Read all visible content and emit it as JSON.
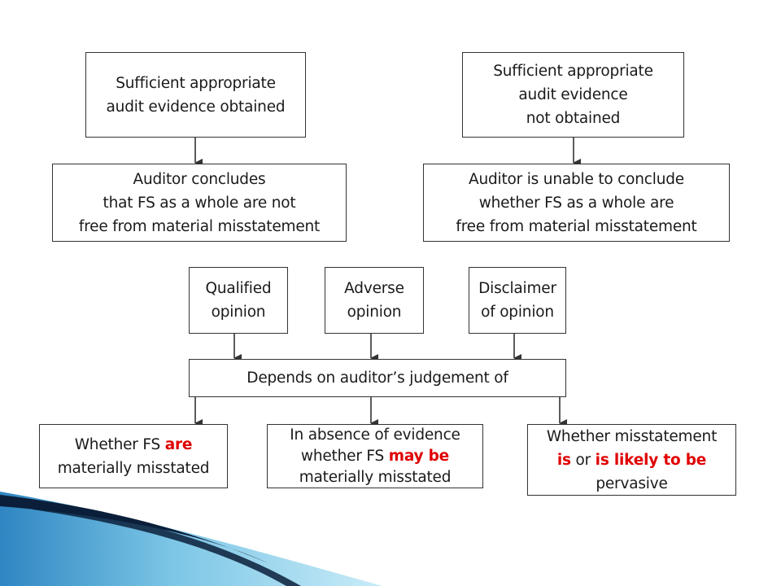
{
  "diagram": {
    "boxes": {
      "evidence_obtained": {
        "lines": [
          "Sufficient appropriate",
          "audit evidence obtained"
        ]
      },
      "evidence_not_obtained": {
        "lines": [
          "Sufficient appropriate",
          "audit evidence",
          "not obtained"
        ]
      },
      "auditor_concludes": {
        "lines": [
          "Auditor concludes",
          "that FS as a whole are not",
          "free from material misstatement"
        ]
      },
      "auditor_unable": {
        "lines": [
          "Auditor is unable to conclude",
          "whether FS as a whole are",
          "free from material misstatement"
        ]
      },
      "qualified_opinion": {
        "lines": [
          "Qualified",
          "opinion"
        ]
      },
      "adverse_opinion": {
        "lines": [
          "Adverse",
          "opinion"
        ]
      },
      "disclaimer_of_opinion": {
        "lines": [
          "Disclaimer",
          "of opinion"
        ]
      },
      "depends_on_judgement": {
        "lines": [
          "Depends on auditor’s judgement of"
        ]
      },
      "whether_materially_misstated": {
        "line1_prefix": "Whether FS ",
        "line1_highlight": "are",
        "line2": "materially misstated"
      },
      "absence_of_evidence": {
        "line1": "In absence of evidence",
        "line2_prefix": "whether FS ",
        "line2_highlight": "may be",
        "line3": "materially misstated"
      },
      "misstatement_pervasive": {
        "line1": "Whether misstatement",
        "line2_highlight_a": "is",
        "line2_middle": " or ",
        "line2_highlight_b": "is likely to be",
        "line3": "pervasive"
      }
    },
    "colors": {
      "box_border": "#333333",
      "text": "#1a1a1a",
      "highlight": "#e00000",
      "arrow": "#333333",
      "decor_dark": "#0b1f3a",
      "decor_light": "#8fd0ec"
    }
  }
}
